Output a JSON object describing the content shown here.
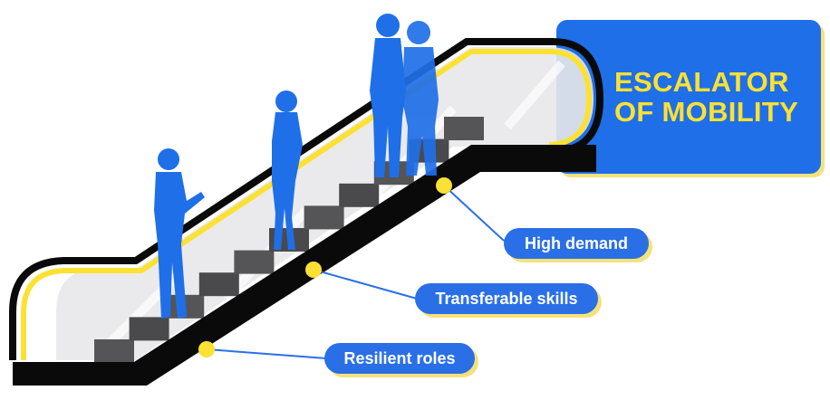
{
  "title": {
    "line1": "ESCALATOR",
    "line2": "OF MOBILITY"
  },
  "labels": [
    {
      "id": "high-demand",
      "text": "High demand"
    },
    {
      "id": "transferable-skills",
      "text": "Transferable skills"
    },
    {
      "id": "resilient-roles",
      "text": "Resilient roles"
    }
  ],
  "colors": {
    "accent_blue": "#1f6fe8",
    "accent_yellow": "#fbe133",
    "label_blue": "#2a6fe6",
    "escalator_black": "#0a0a0a",
    "glass": "#e8e8ea"
  }
}
